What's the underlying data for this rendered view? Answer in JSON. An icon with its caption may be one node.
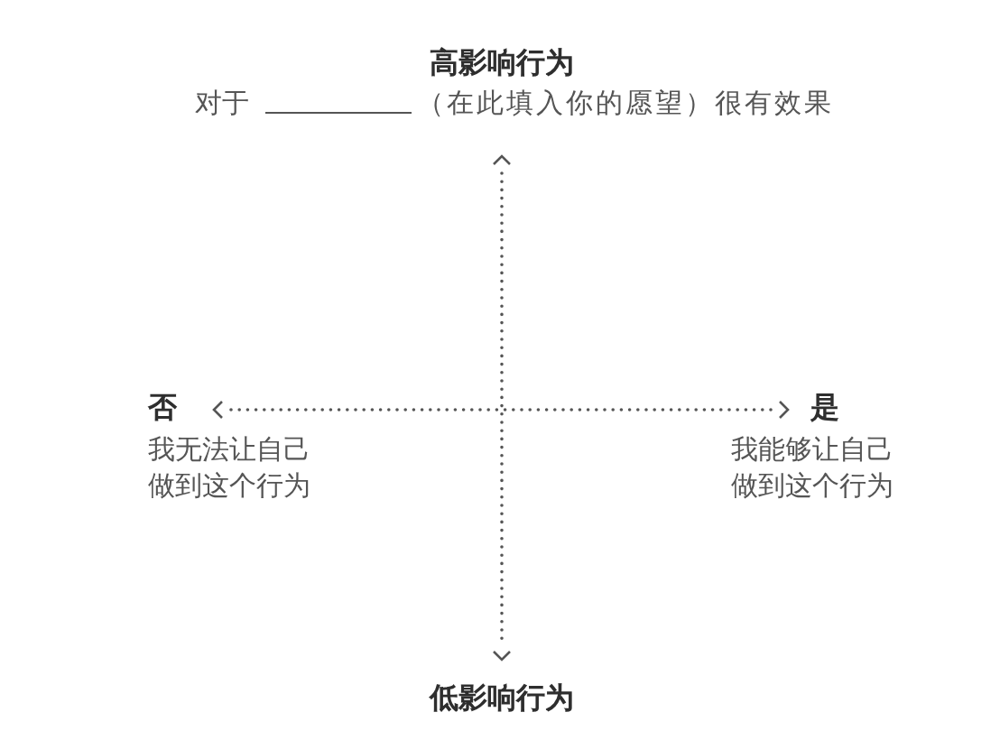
{
  "diagram": {
    "labels": [
      "高影响行为",
      "对于",
      "（在此填入你的愿望）很有效果",
      "否",
      "我无法让自己做到这个行为",
      "是",
      "我能够让自己做到这个行为",
      "低影响行为"
    ]
  }
}
